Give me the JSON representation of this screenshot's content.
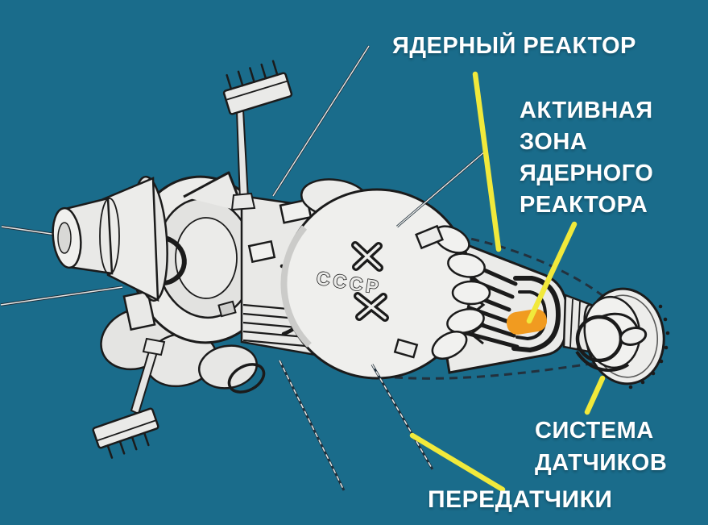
{
  "colors": {
    "background": "#1A6C8B",
    "callout_yellow": "#F1E93B",
    "core_orange": "#F19B20",
    "line_art_dark": "#1B1B1B",
    "line_art_light": "#ECECEA",
    "label_white": "#FFFFFF"
  },
  "labels": {
    "nuclear_reactor": {
      "text": "ЯДЕРНЫЙ РЕАКТОР"
    },
    "active_zone": {
      "lines": [
        "АКТИВНАЯ",
        "ЗОНА",
        "ЯДЕРНОГО",
        "РЕАКТОРА"
      ]
    },
    "sensor_system": {
      "lines": [
        "СИСТЕМА",
        "ДАТЧИКОВ"
      ]
    },
    "transmitters": {
      "text": "ПЕРЕДАТЧИКИ"
    }
  },
  "satellite": {
    "marking": "СССР"
  }
}
